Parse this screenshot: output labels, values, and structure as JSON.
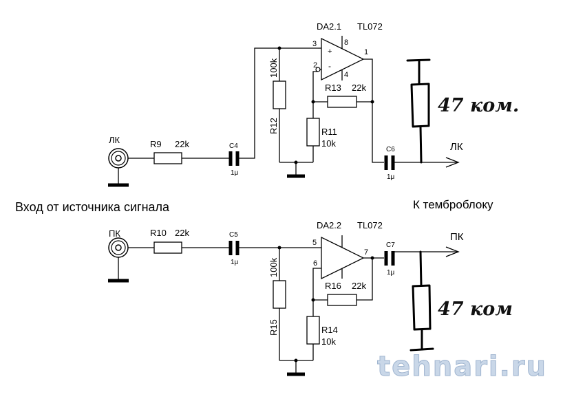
{
  "top": {
    "input_label": "ЛК",
    "r_in": {
      "ref": "R9",
      "value": "22k"
    },
    "c_in": {
      "ref": "C4",
      "value": "1μ"
    },
    "r_gnd": {
      "ref": "R12",
      "value": "100k"
    },
    "opamp": {
      "ref": "DA2.1",
      "part": "TL072",
      "pin_plus": "3",
      "pin_minus": "2",
      "pin_out": "1",
      "pin_vplus": "8",
      "pin_vminus": "4",
      "sign_plus": "+",
      "sign_minus": "-"
    },
    "r_fb": {
      "ref": "R13",
      "value": "22k"
    },
    "r_g": {
      "ref": "R11",
      "value": "10k"
    },
    "c_out": {
      "ref": "C6",
      "value": "1μ"
    },
    "output_label": "ЛК",
    "hand_load": "47 ком."
  },
  "bottom": {
    "input_label": "ПК",
    "r_in": {
      "ref": "R10",
      "value": "22k"
    },
    "c_in": {
      "ref": "C5",
      "value": "1μ"
    },
    "r_gnd": {
      "ref": "R15",
      "value": "100k"
    },
    "opamp": {
      "ref": "DA2.2",
      "part": "TL072",
      "pin_plus": "5",
      "pin_minus": "6",
      "pin_out": "7"
    },
    "r_fb": {
      "ref": "R16",
      "value": "22k"
    },
    "r_g": {
      "ref": "R14",
      "value": "10k"
    },
    "c_out": {
      "ref": "C7",
      "value": "1μ"
    },
    "output_label": "ПК",
    "hand_load": "47 ком"
  },
  "input_caption": "Вход от источника сигнала",
  "output_caption": "К темброблоку",
  "watermark": "tehnari.ru"
}
